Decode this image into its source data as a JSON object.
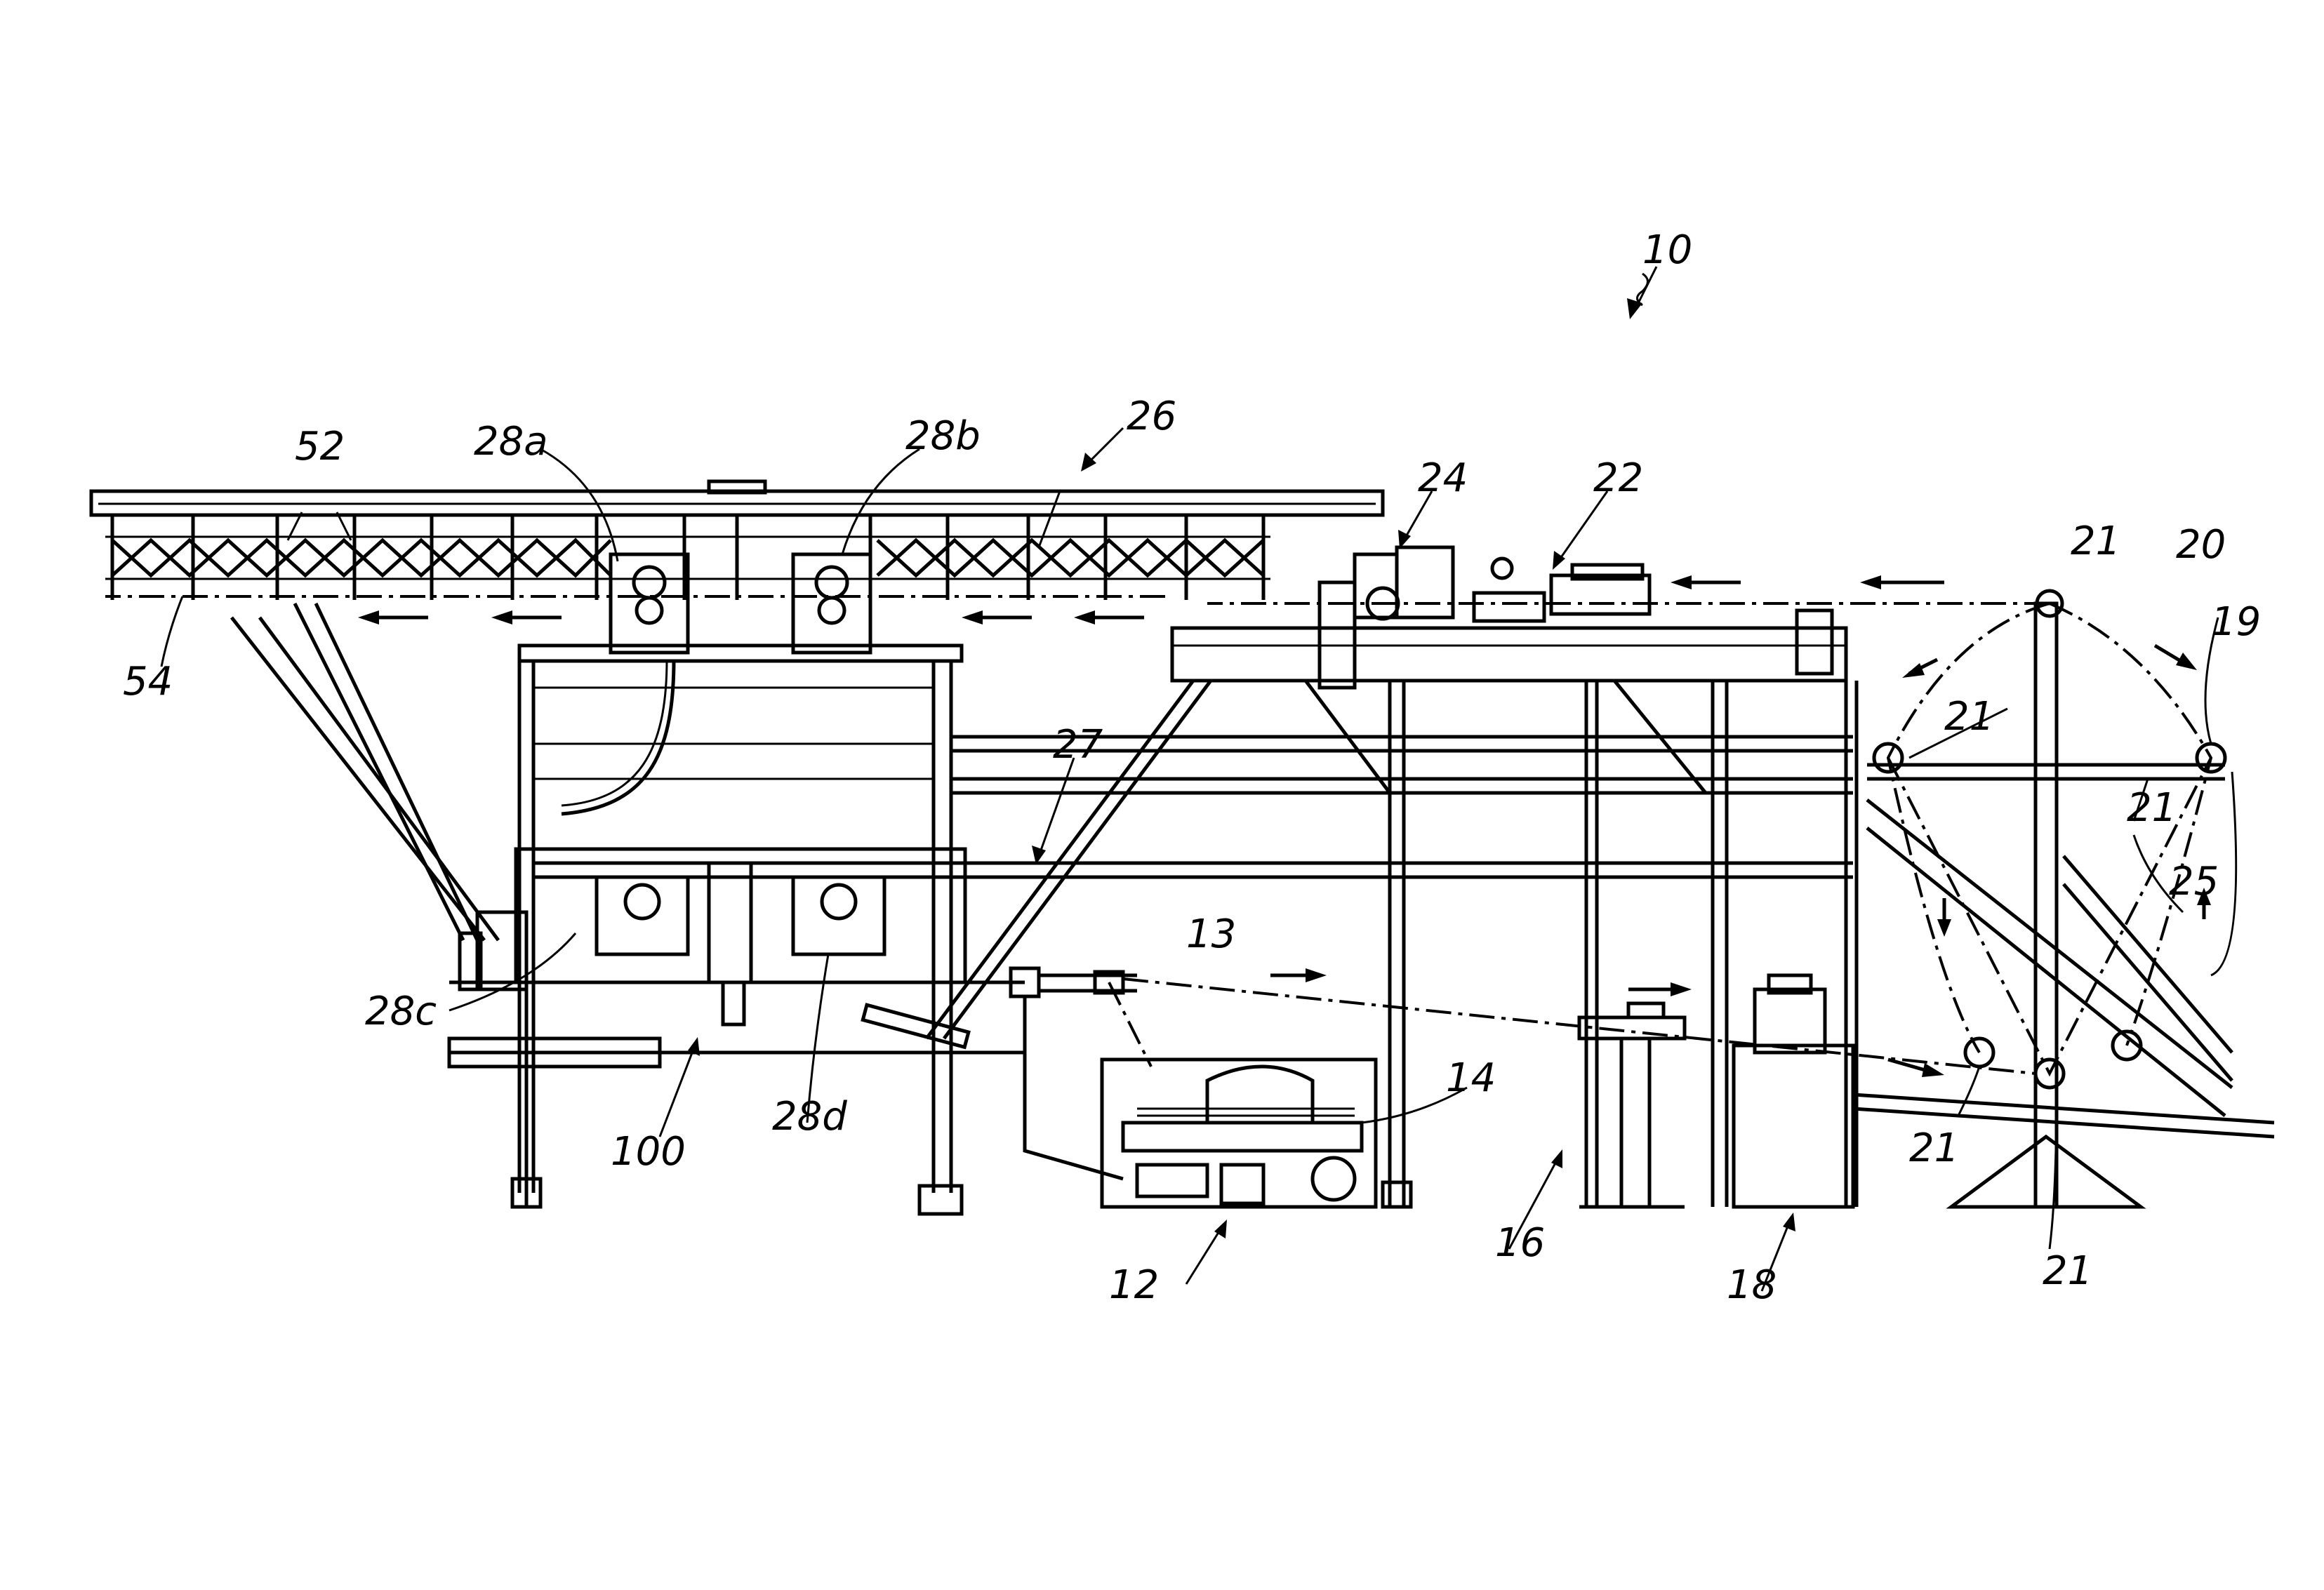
{
  "figure": {
    "labels": {
      "system": "10",
      "l12": "12",
      "l13": "13",
      "l14": "14",
      "l16": "16",
      "l18": "18",
      "l19": "19",
      "l20": "20",
      "l21": "21",
      "l22": "22",
      "l24": "24",
      "l25": "25",
      "l26": "26",
      "l27": "27",
      "l28a": "28a",
      "l28b": "28b",
      "l28c": "28c",
      "l28d": "28d",
      "l52": "52",
      "l54": "54",
      "l100": "100"
    }
  }
}
